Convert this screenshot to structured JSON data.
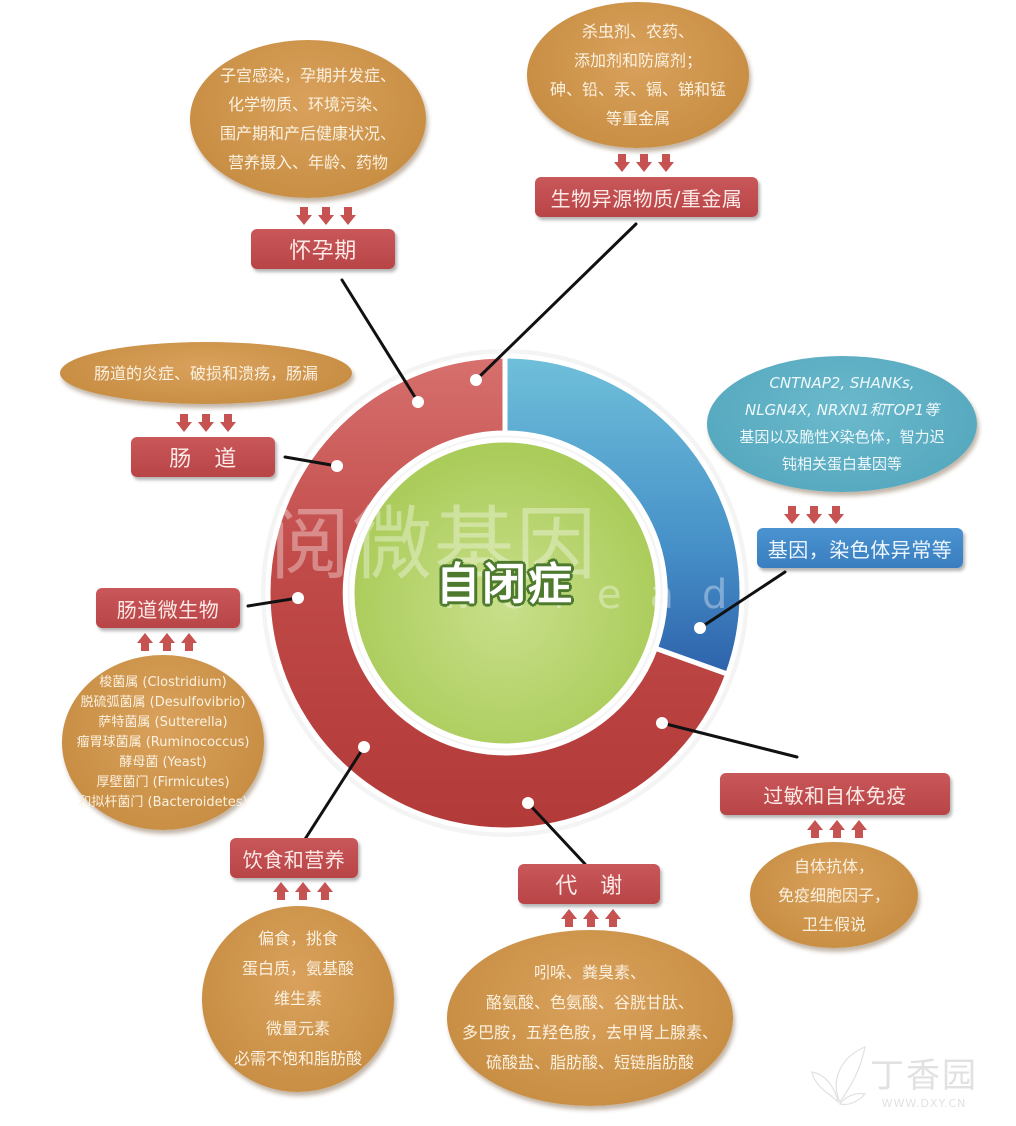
{
  "diagram": {
    "title": "自闭症",
    "colors": {
      "ring_red": "#b9413f",
      "ring_red_light": "#d7706e",
      "ring_blue_top": "#6bbad6",
      "ring_blue_bottom": "#2f66ae",
      "center_green": "#b4d268",
      "ellipse_tan": "#c98f45",
      "ellipse_teal": "#58aac0",
      "label_red": "#bd4a4c",
      "label_blue": "#3e82c4"
    },
    "factors": [
      {
        "id": "pregnancy",
        "label": "怀孕期",
        "arrow_direction": "down",
        "details": [
          "子宫感染，孕期并发症、",
          "化学物质、环境污染、",
          "围产期和产后健康状况、",
          "营养摄入、年龄、药物"
        ]
      },
      {
        "id": "xenobiotics",
        "label": "生物异源物质/重金属",
        "arrow_direction": "down",
        "details": [
          "杀虫剂、农药、",
          "添加剂和防腐剂；",
          "砷、铅、汞、镉、锑和锰",
          "等重金属"
        ]
      },
      {
        "id": "genetics",
        "label": "基因，染色体异常等",
        "arrow_direction": "down",
        "details": [
          "CNTNAP2, SHANKs,",
          "NLGN4X, NRXN1和TOP1等",
          "基因以及脆性X染色体，智力迟",
          "钝相关蛋白基因等"
        ]
      },
      {
        "id": "gut",
        "label": "肠　道",
        "arrow_direction": "down",
        "details": [
          "肠道的炎症、破损和溃疡，肠漏"
        ]
      },
      {
        "id": "gut_microbes",
        "label": "肠道微生物",
        "arrow_direction": "up",
        "details": [
          "梭菌属 (Clostridium)",
          "脱硫弧菌属 (Desulfovibrio)",
          "萨特菌属 (Sutterella)",
          "瘤胃球菌属 (Ruminococcus)",
          "酵母菌 (Yeast)",
          "厚壁菌门 (Firmicutes)",
          "和拟杆菌门 (Bacteroidetes)"
        ]
      },
      {
        "id": "diet",
        "label": "饮食和营养",
        "arrow_direction": "up",
        "details": [
          "偏食，挑食",
          "蛋白质，氨基酸",
          "维生素",
          "微量元素",
          "必需不饱和脂肪酸"
        ]
      },
      {
        "id": "metabolism",
        "label": "代　谢",
        "arrow_direction": "up",
        "details": [
          "吲哚、粪臭素、",
          "酪氨酸、色氨酸、谷胱甘肽、",
          "多巴胺，五羟色胺，去甲肾上腺素、",
          "硫酸盐、脂肪酸、短链脂肪酸"
        ]
      },
      {
        "id": "immunity",
        "label": "过敏和自体免疫",
        "arrow_direction": "up",
        "details": [
          "自体抗体，",
          "免疫细胞因子，",
          "卫生假说"
        ]
      }
    ],
    "watermarks": {
      "main": "阅微基因",
      "sub": "weread",
      "dxy_cn": "丁香园",
      "dxy_url": "WWW.DXY.CN"
    }
  }
}
